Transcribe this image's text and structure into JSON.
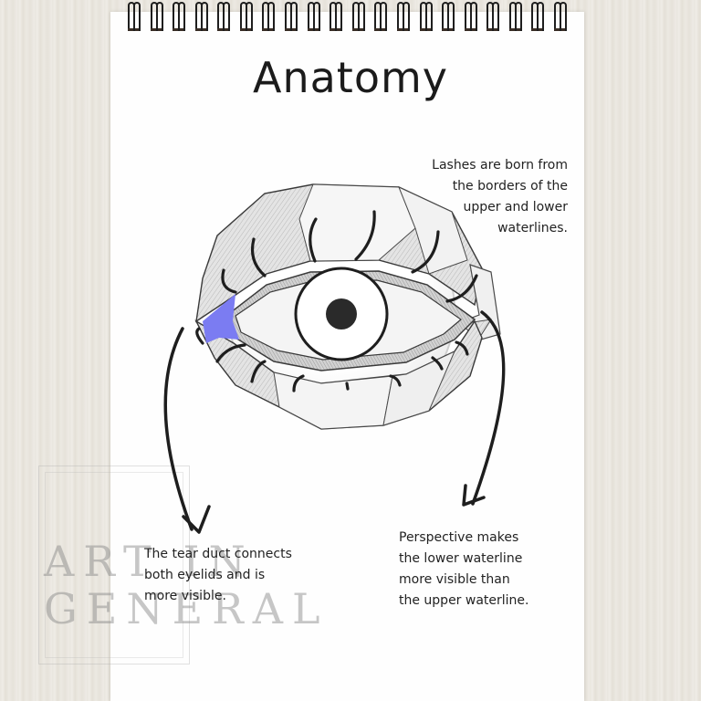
{
  "page": {
    "title": "Anatomy",
    "spiral_ring_count": 20
  },
  "notes": {
    "lashes": {
      "lines": [
        "Lashes are born from",
        "the borders of the",
        "upper and lower",
        "waterlines."
      ]
    },
    "tear_duct": {
      "lines": [
        "The tear duct connects",
        "both eyelids and is",
        "more visible."
      ]
    },
    "perspective": {
      "lines": [
        "Perspective makes",
        "the lower waterline",
        "more visible than",
        "the upper waterline."
      ]
    }
  },
  "watermark": {
    "line1": "ART IN",
    "line2": "GENERAL"
  },
  "illustration": {
    "subject": "eye-anatomy-sketch",
    "highlight_color": "#7b7cf2",
    "ink_color": "#1e1e1e"
  }
}
